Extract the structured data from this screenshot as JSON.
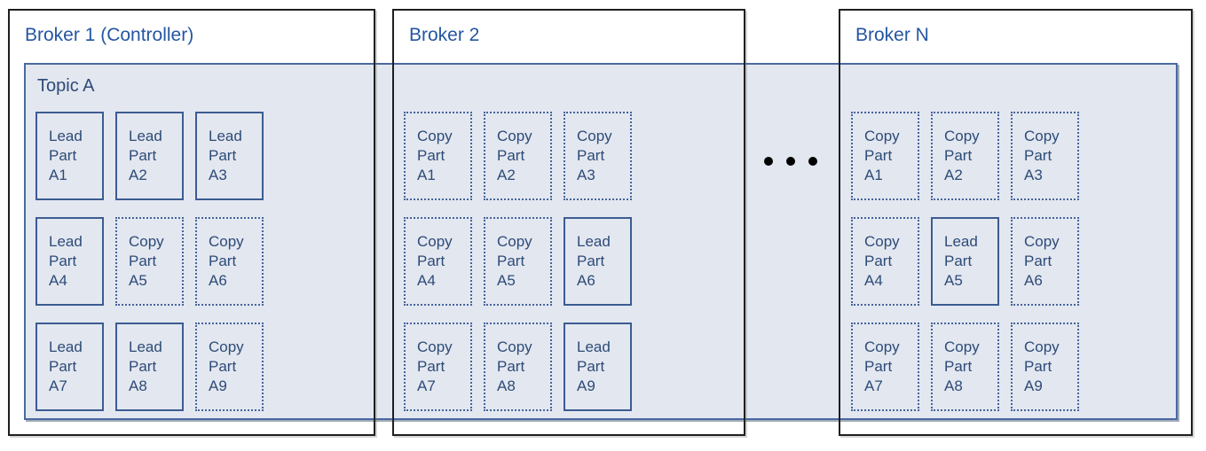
{
  "topic": {
    "label": "Topic A"
  },
  "brokers": [
    {
      "label": "Broker 1 (Controller)",
      "partitions": [
        {
          "kind": "lead",
          "lines": [
            "Lead",
            "Part",
            "A1"
          ]
        },
        {
          "kind": "lead",
          "lines": [
            "Lead",
            "Part",
            "A2"
          ]
        },
        {
          "kind": "lead",
          "lines": [
            "Lead",
            "Part",
            "A3"
          ]
        },
        {
          "kind": "lead",
          "lines": [
            "Lead",
            "Part",
            "A4"
          ]
        },
        {
          "kind": "copy",
          "lines": [
            "Copy",
            "Part",
            "A5"
          ]
        },
        {
          "kind": "copy",
          "lines": [
            "Copy",
            "Part",
            "A6"
          ]
        },
        {
          "kind": "lead",
          "lines": [
            "Lead",
            "Part",
            "A7"
          ]
        },
        {
          "kind": "lead",
          "lines": [
            "Lead",
            "Part",
            "A8"
          ]
        },
        {
          "kind": "copy",
          "lines": [
            "Copy",
            "Part",
            "A9"
          ]
        }
      ]
    },
    {
      "label": "Broker 2",
      "partitions": [
        {
          "kind": "copy",
          "lines": [
            "Copy",
            "Part",
            "A1"
          ]
        },
        {
          "kind": "copy",
          "lines": [
            "Copy",
            "Part",
            "A2"
          ]
        },
        {
          "kind": "copy",
          "lines": [
            "Copy",
            "Part",
            "A3"
          ]
        },
        {
          "kind": "copy",
          "lines": [
            "Copy",
            "Part",
            "A4"
          ]
        },
        {
          "kind": "copy",
          "lines": [
            "Copy",
            "Part",
            "A5"
          ]
        },
        {
          "kind": "lead",
          "lines": [
            "Lead",
            "Part",
            "A6"
          ]
        },
        {
          "kind": "copy",
          "lines": [
            "Copy",
            "Part",
            "A7"
          ]
        },
        {
          "kind": "copy",
          "lines": [
            "Copy",
            "Part",
            "A8"
          ]
        },
        {
          "kind": "lead",
          "lines": [
            "Lead",
            "Part",
            "A9"
          ]
        }
      ]
    },
    {
      "label": "Broker N",
      "partitions": [
        {
          "kind": "copy",
          "lines": [
            "Copy",
            "Part",
            "A1"
          ]
        },
        {
          "kind": "copy",
          "lines": [
            "Copy",
            "Part",
            "A2"
          ]
        },
        {
          "kind": "copy",
          "lines": [
            "Copy",
            "Part",
            "A3"
          ]
        },
        {
          "kind": "copy",
          "lines": [
            "Copy",
            "Part",
            "A4"
          ]
        },
        {
          "kind": "lead",
          "lines": [
            "Lead",
            "Part",
            "A5"
          ]
        },
        {
          "kind": "copy",
          "lines": [
            "Copy",
            "Part",
            "A6"
          ]
        },
        {
          "kind": "copy",
          "lines": [
            "Copy",
            "Part",
            "A7"
          ]
        },
        {
          "kind": "copy",
          "lines": [
            "Copy",
            "Part",
            "A8"
          ]
        },
        {
          "kind": "copy",
          "lines": [
            "Copy",
            "Part",
            "A9"
          ]
        }
      ]
    }
  ],
  "ellipsis": {
    "glyph": "●",
    "count": 3
  },
  "colors": {
    "band_fill": "#e3e7f0",
    "band_border": "#4a69a0",
    "broker_border": "#1f1f1f",
    "broker_title": "#2456a2",
    "partition_text": "#2d4b77",
    "lead_border": "#3c5c92",
    "copy_border": "#45639c",
    "ellipsis_dot": "#000000"
  }
}
